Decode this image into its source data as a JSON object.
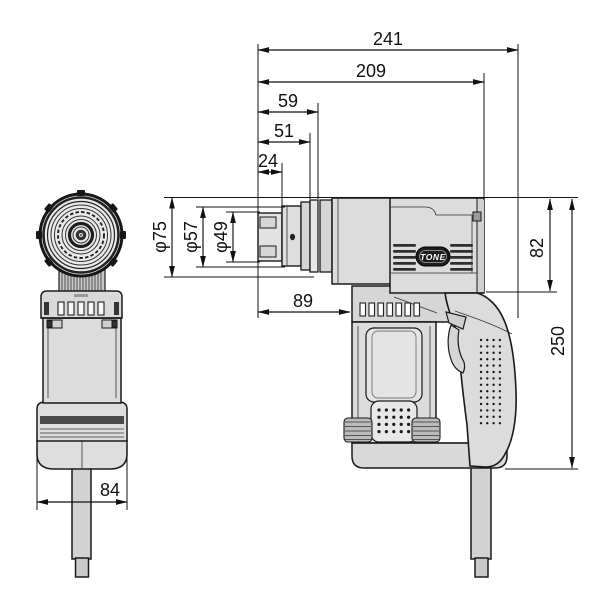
{
  "drawing": {
    "brand": "TONE",
    "dimensions": {
      "overall_length": "241",
      "body_length": "209",
      "front_housing_length": "59",
      "sleeve_length": "51",
      "tip_length": "24",
      "collar_diameter": "φ75",
      "sleeve_diameter": "φ57",
      "tip_diameter": "φ49",
      "tip_to_body_front": "89",
      "head_height": "82",
      "overall_height": "250",
      "base_width": "84"
    },
    "colors": {
      "line": "#1a1a1a",
      "dimension_line": "#111111",
      "body_fill": "#dcdcdc",
      "panel_fill": "#e6e6e6",
      "dark_detail": "#2e2e2e",
      "brand_label_bg": "#1c1c1c",
      "brand_label_text": "#ffffff"
    }
  }
}
